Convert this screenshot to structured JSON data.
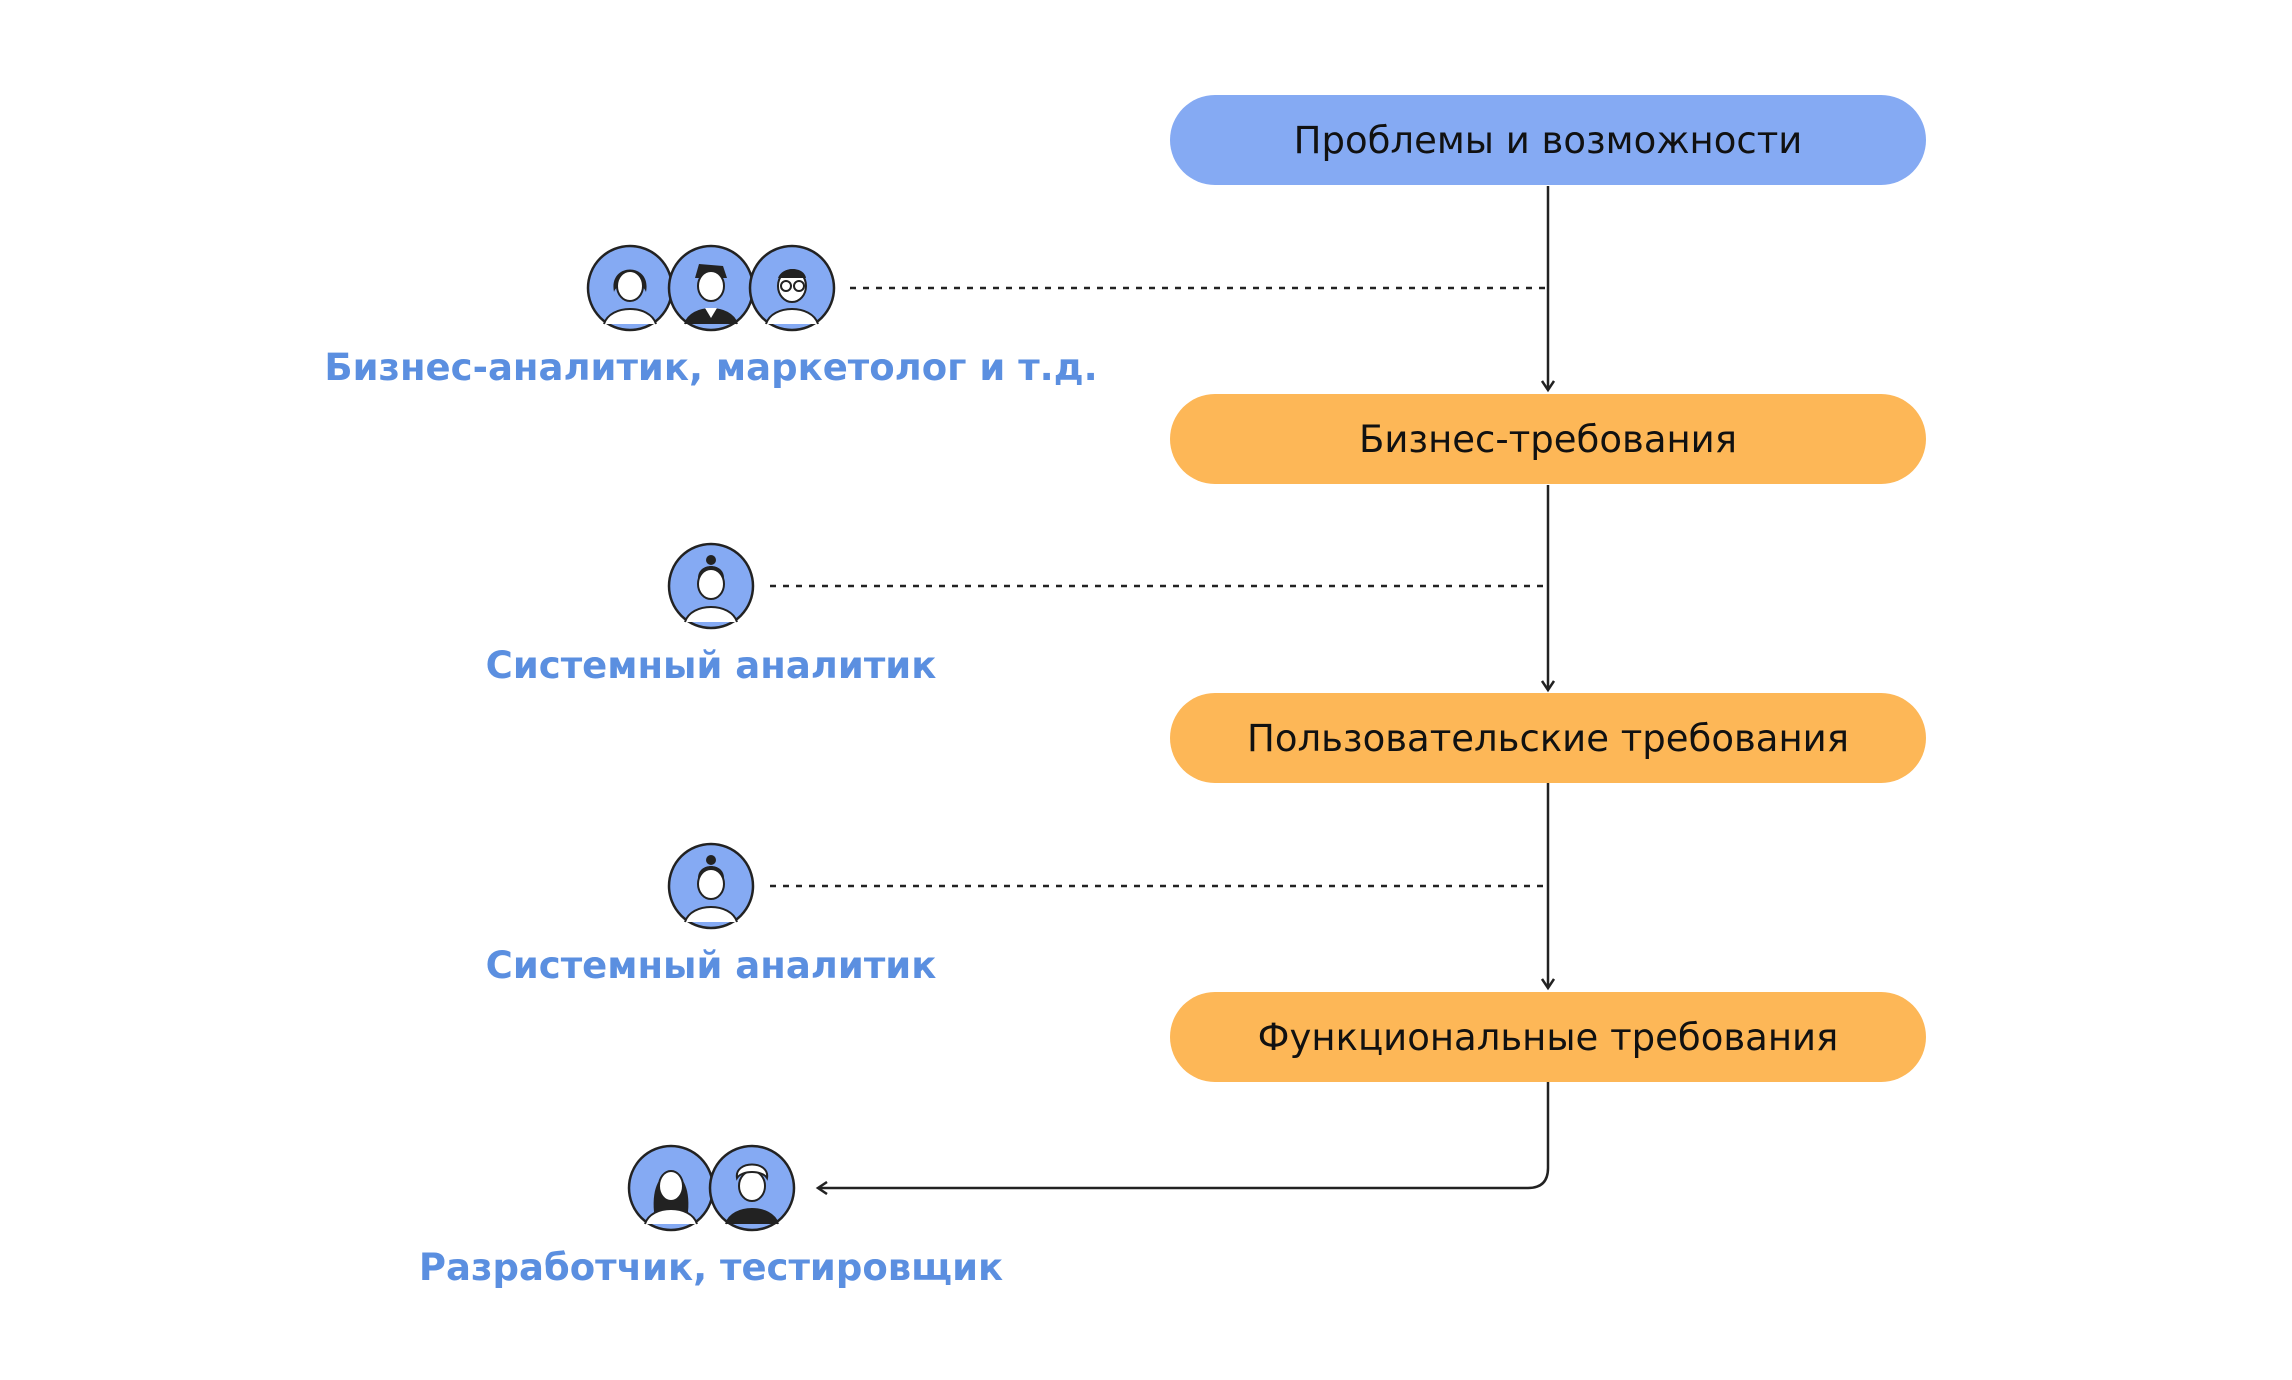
{
  "colors": {
    "problem_box": "#85aaf3",
    "requirement_box": "#fdb757",
    "role_text": "#5b8fe0",
    "avatar_fill": "#85aaf3",
    "line": "#222222"
  },
  "stages": [
    {
      "label": "Проблемы и возможности",
      "kind": "problem"
    },
    {
      "label": "Бизнес-требования",
      "kind": "requirement"
    },
    {
      "label": "Пользовательские требования",
      "kind": "requirement"
    },
    {
      "label": "Функциональные требования",
      "kind": "requirement"
    }
  ],
  "roles": [
    {
      "label": "Бизнес-аналитик, маркетолог и т.д.",
      "avatars": [
        "woman-avatar-icon",
        "man-avatar-icon",
        "man-with-glasses-avatar-icon"
      ]
    },
    {
      "label": "Системный аналитик",
      "avatars": [
        "analyst-avatar-icon"
      ]
    },
    {
      "label": "Системный аналитик",
      "avatars": [
        "analyst-avatar-icon"
      ]
    },
    {
      "label": "Разработчик, тестировщик",
      "avatars": [
        "developer-avatar-icon",
        "tester-avatar-icon"
      ]
    }
  ]
}
